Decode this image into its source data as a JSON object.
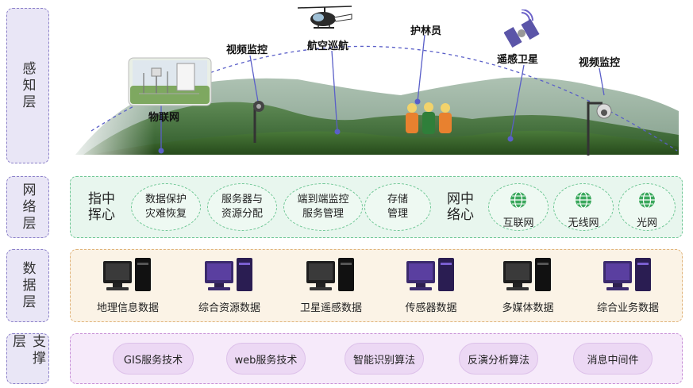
{
  "layers": {
    "perception": "感知层",
    "network": "网络层",
    "data": "数据层",
    "support": "支撑层"
  },
  "perception": {
    "iot": "物联网",
    "video1": "视频监控",
    "aerial": "航空巡航",
    "ranger": "护林员",
    "satellite": "遥感卫星",
    "video2": "视频监控"
  },
  "network": {
    "command_center": "指中\n挥心",
    "oval1": "数据保护\n灾难恢复",
    "oval2": "服务器与\n资源分配",
    "oval3": "端到端监控\n服务管理",
    "oval4": "存储\n管理",
    "network_center": "网中\n络心",
    "internet": "互联网",
    "wireless": "无线网",
    "optical": "光网"
  },
  "data": {
    "items": [
      "地理信息数据",
      "综合资源数据",
      "卫星遥感数据",
      "传感器数据",
      "多媒体数据",
      "综合业务数据"
    ]
  },
  "support": {
    "items": [
      "GIS服务技术",
      "web服务技术",
      "智能识别算法",
      "反演分析算法",
      "消息中间件"
    ]
  },
  "colors": {
    "accent_green": "#6fc795",
    "accent_purple": "#8a7fc8",
    "accent_orange": "#e0b37a",
    "accent_pink": "#c78fd6"
  }
}
